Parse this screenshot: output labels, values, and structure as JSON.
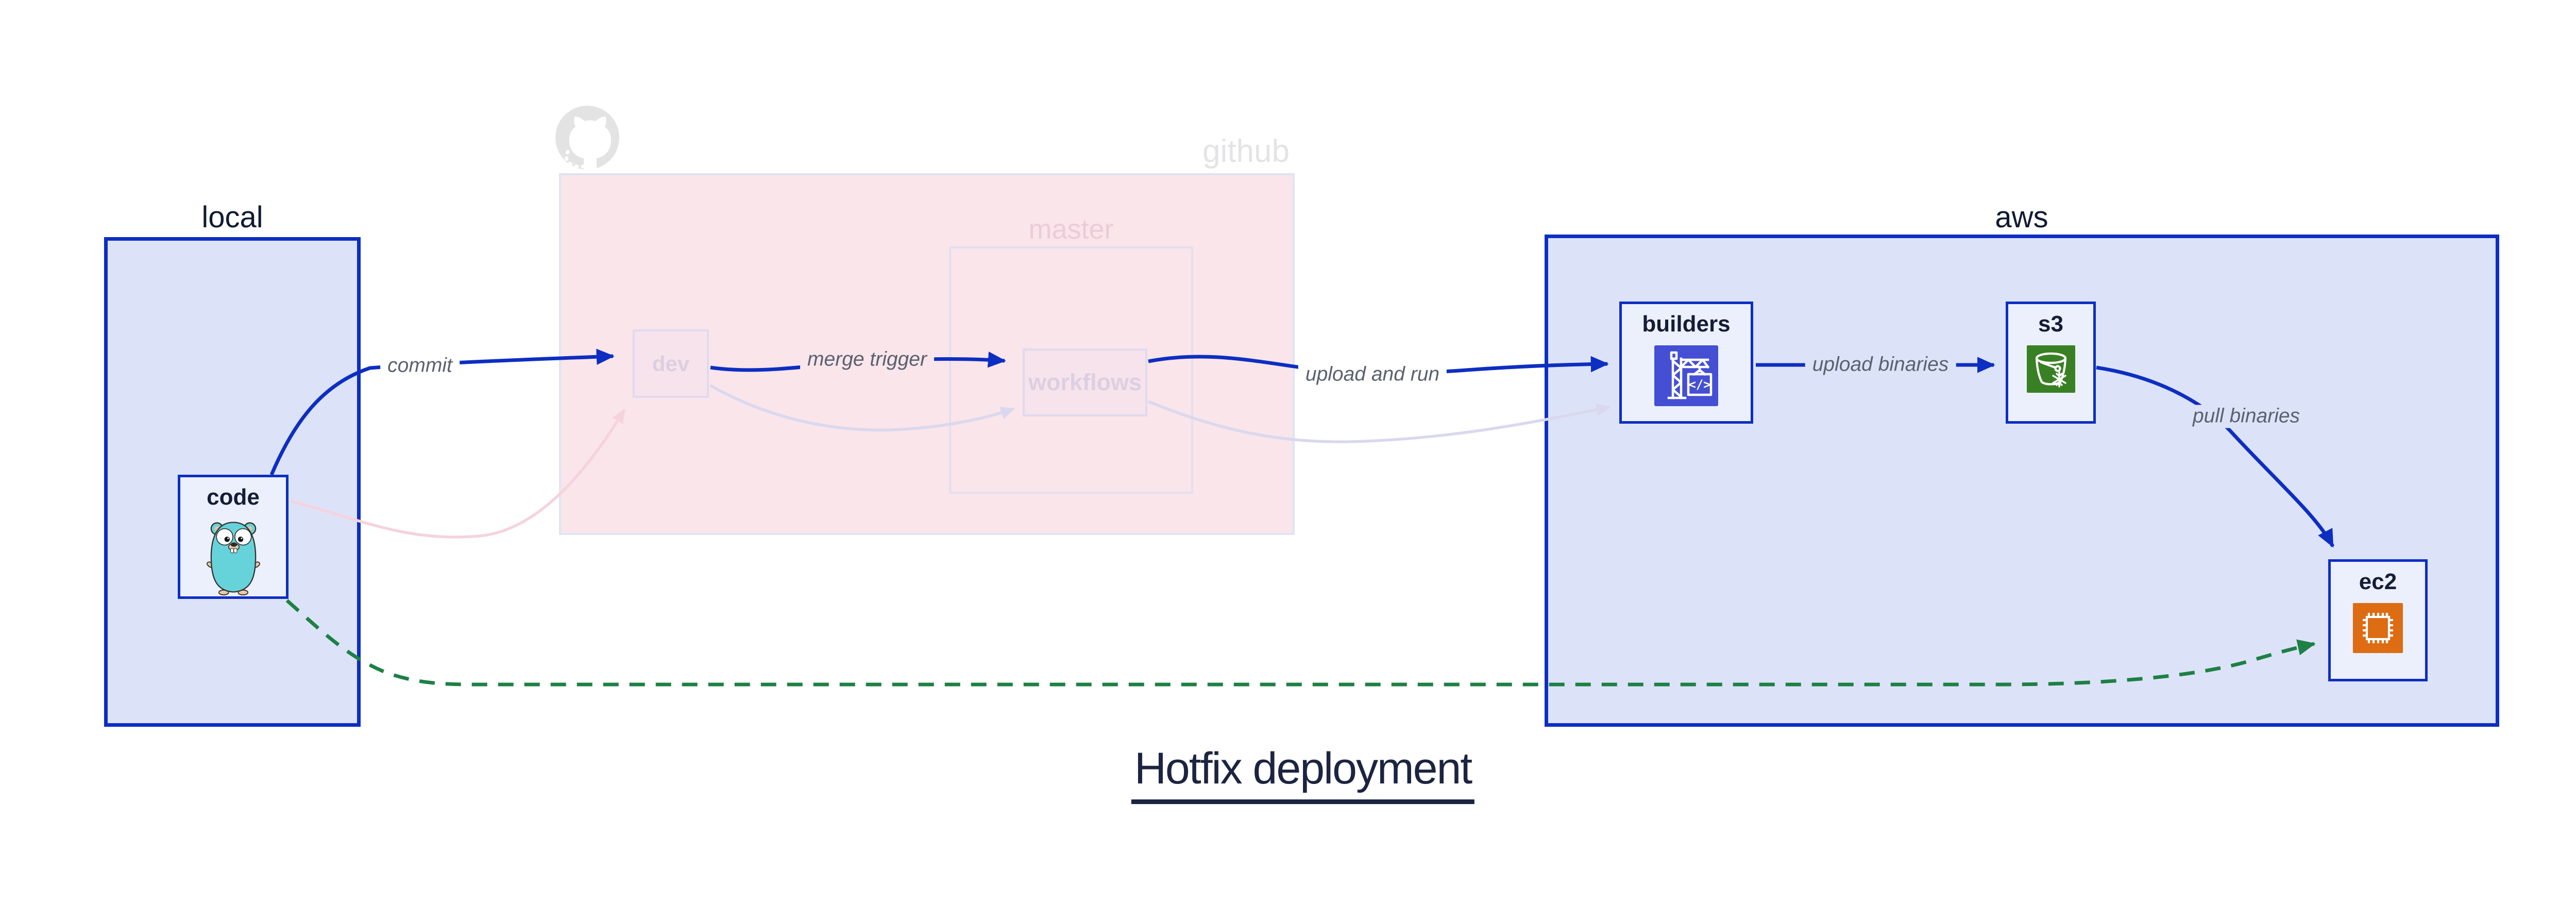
{
  "title": {
    "text": "Hotfix deployment"
  },
  "containers": {
    "local": {
      "label": "local"
    },
    "github": {
      "label": "github"
    },
    "master": {
      "label": "master"
    },
    "aws": {
      "label": "aws"
    }
  },
  "nodes": {
    "code": {
      "label": "code",
      "icon": "gopher-icon"
    },
    "dev": {
      "label": "dev"
    },
    "workflows": {
      "label": "workflows"
    },
    "builders": {
      "label": "builders",
      "icon": "codebuild-crane-icon"
    },
    "s3": {
      "label": "s3",
      "icon": "s3-glacier-bucket-icon"
    },
    "ec2": {
      "label": "ec2",
      "icon": "ec2-chip-icon"
    }
  },
  "icons": {
    "codebuild_glyph": "</>",
    "octocat": "octocat-icon"
  },
  "edges": {
    "commit": {
      "label": "commit",
      "from": "code",
      "to": "dev",
      "style": "solid-blue"
    },
    "merge_trigger": {
      "label": "merge trigger",
      "from": "dev",
      "to": "workflows",
      "style": "solid-blue"
    },
    "upload_and_run": {
      "label": "upload and run",
      "from": "workflows",
      "to": "builders",
      "style": "solid-blue"
    },
    "upload_binaries": {
      "label": "upload binaries",
      "from": "builders",
      "to": "s3",
      "style": "solid-blue"
    },
    "pull_binaries": {
      "label": "pull binaries",
      "from": "s3",
      "to": "ec2",
      "style": "solid-blue"
    },
    "hotfix_deploy": {
      "label": "",
      "from": "code",
      "to": "ec2",
      "style": "dashed-green"
    },
    "faded_commit": {
      "label": "",
      "from": "code",
      "to": "dev",
      "style": "faded-pink"
    },
    "faded_merge": {
      "label": "",
      "from": "dev",
      "to": "workflows",
      "style": "faded-lavender"
    },
    "faded_upload": {
      "label": "",
      "from": "workflows",
      "to": "builders",
      "style": "faded-lavender"
    }
  },
  "colors": {
    "accent_blue": "#0d2ec2",
    "hotfix_green": "#1e8044",
    "container_fill": "#dce3f8",
    "node_fill": "#ecf0fc",
    "github_fill": "#f9e5ea",
    "faded_pink": "#f5d3dd",
    "faded_lavender": "#d9d8ee",
    "edge_label_gray": "#5a6170",
    "codebuild_purple": "#444fd3",
    "s3_green": "#388023",
    "ec2_orange": "#dd6c12",
    "octocat_gray": "#e3e3e4",
    "gopher_teal": "#66d3da"
  }
}
